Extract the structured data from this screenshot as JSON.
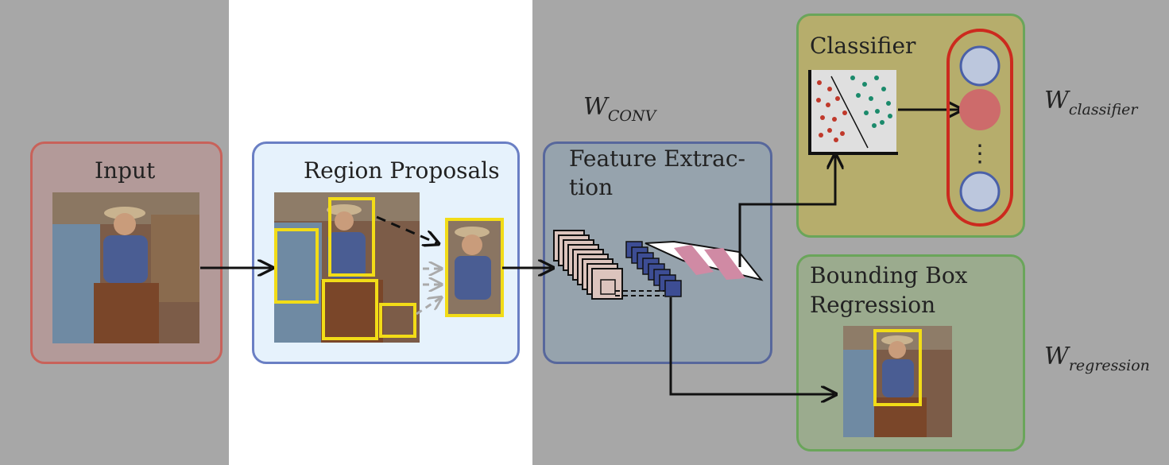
{
  "stages": {
    "input": {
      "title": "Input"
    },
    "region_proposals": {
      "title": "Region Proposals"
    },
    "feature_extraction": {
      "title_line1": "Feature Extrac-",
      "title_line2": "tion"
    },
    "classifier": {
      "title": "Classifier"
    },
    "bbox_regression": {
      "title_line1": "Bounding Box",
      "title_line2": "Regression"
    }
  },
  "weights": {
    "conv": {
      "symbol": "W",
      "subscript": "CONV"
    },
    "classifier": {
      "symbol": "W",
      "subscript": "classifier"
    },
    "regression": {
      "symbol": "W",
      "subscript": "regression"
    }
  },
  "vertical_ellipsis": "⋮",
  "colors": {
    "background_gray": "#a7a7a7",
    "input_border": "#c8625a",
    "region_border": "#6a7fc4",
    "feature_border": "#57679c",
    "head_border": "#6aa55a",
    "proposal_yellow": "#f2dc17",
    "red_node": "#cd6b6b",
    "blue_node": "#bcc7dd",
    "classifier_ring": "#cc2a1e"
  }
}
